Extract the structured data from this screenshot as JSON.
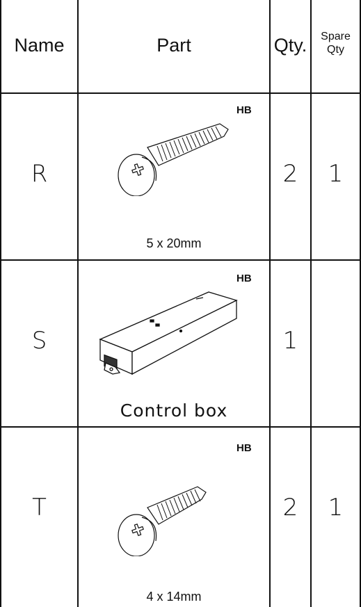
{
  "headers": {
    "name": "Name",
    "part": "Part",
    "qty": "Qty.",
    "spare_line1": "Spare",
    "spare_line2": "Qty"
  },
  "rows": [
    {
      "name": "R",
      "code": "HB",
      "icon": "screw-icon",
      "caption": "5 x 20mm",
      "qty": "2",
      "spare_qty": "1"
    },
    {
      "name": "S",
      "code": "HB",
      "icon": "control-box-icon",
      "caption": "Control box",
      "qty": "1",
      "spare_qty": ""
    },
    {
      "name": "T",
      "code": "HB",
      "icon": "screw-icon",
      "caption": "4 x 14mm",
      "qty": "2",
      "spare_qty": "1"
    }
  ]
}
